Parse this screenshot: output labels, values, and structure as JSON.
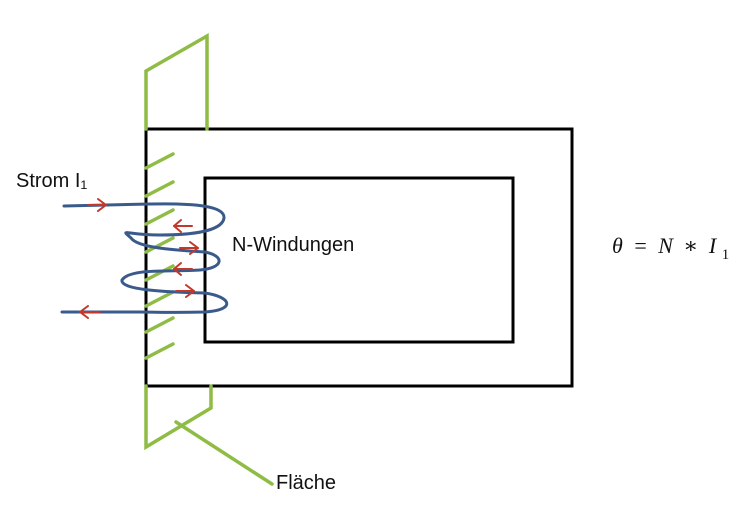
{
  "labels": {
    "current": "Strom I₁",
    "turns": "N-Windungen",
    "area": "Fläche"
  },
  "formula": {
    "theta": "θ",
    "equals": "=",
    "n": "N",
    "times": "∗",
    "i": "I",
    "sub": "1"
  },
  "colors": {
    "core": "#000000",
    "coil": "#3b5a8c",
    "arrow": "#c0392b",
    "area": "#8fbc45"
  }
}
